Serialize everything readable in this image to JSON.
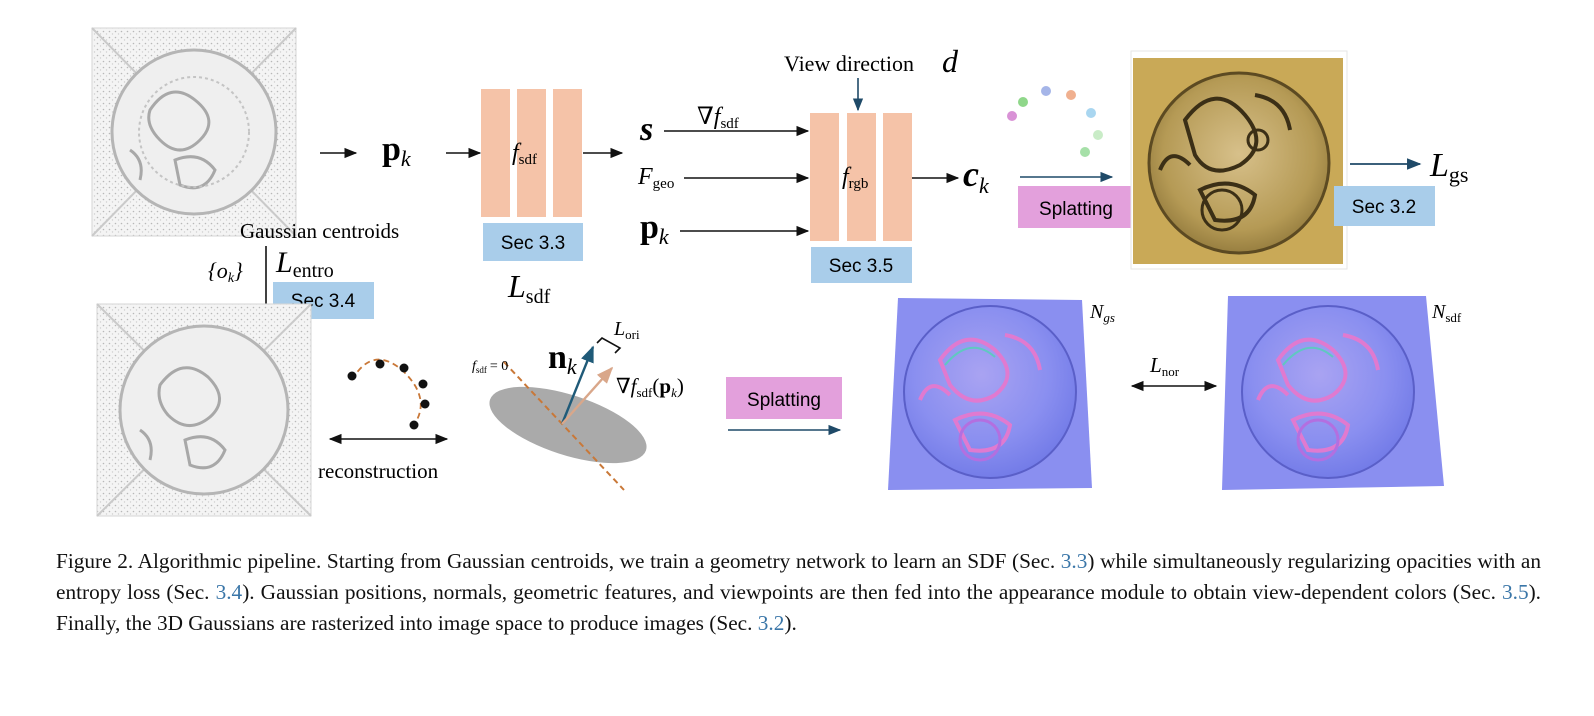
{
  "figure": {
    "labels": {
      "p_k": "p",
      "k_sub": "k",
      "f_sdf_main": "f",
      "sdf_sub": "sdf",
      "s": "s",
      "grad_f_sdf": "∇f",
      "F_geo_main": "F",
      "geo_sub": "geo",
      "f_rgb_main": "f",
      "rgb_sub": "rgb",
      "c_k": "c",
      "view_direction": "View direction",
      "d": "d",
      "L_gs_main": "L",
      "gs_sub": "gs",
      "gaussian_centroids": "Gaussian centroids",
      "o_k": "{o",
      "o_k_close": "}",
      "L_entro_main": "L",
      "entro_sub": "entro",
      "L_sdf_main": "L",
      "L_ori_main": "L",
      "ori_sub": "ori",
      "f_sdf_zero": "= 0",
      "n_k": "n",
      "grad_f_sdf_pk": "∇f",
      "grad_arg_open": "(",
      "grad_arg_close": ")",
      "reconstruction": "reconstruction",
      "N_gs": "N",
      "gs_italic_sub": "gs",
      "N_sdf": "N",
      "L_nor_main": "L",
      "nor_sub": "nor"
    },
    "badges": {
      "sec_3_3": "Sec 3.3",
      "sec_3_5": "Sec 3.5",
      "sec_3_2": "Sec 3.2",
      "sec_3_4": "Sec 3.4"
    },
    "buttons": {
      "splatting_top": "Splatting",
      "splatting_bottom": "Splatting"
    },
    "colors": {
      "mlp_block": "#f5c3a8",
      "sec_badge": "#a9cdea",
      "splatting": "#e3a0dc",
      "normal_map": "#8a8ff0",
      "render_gold": "#c9a957",
      "arrow_blue": "#1f5a78",
      "dash_orange": "#c97838",
      "grad_arrow": "#d9a78a"
    }
  },
  "caption": {
    "p1": "Figure 2. Algorithmic pipeline. Starting from Gaussian centroids, we train a geometry network to learn an SDF (Sec. ",
    "r1": "3.3",
    "p2": ") while simultaneously regularizing opacities with an entropy loss (Sec. ",
    "r2": "3.4",
    "p3": "). Gaussian positions, normals, geometric features, and viewpoints are then fed into the appearance module to obtain view-dependent colors (Sec. ",
    "r3": "3.5",
    "p4": "). Finally, the 3D Gaussians are rasterized into image space to produce images (Sec. ",
    "r4": "3.2",
    "p5": ")."
  }
}
